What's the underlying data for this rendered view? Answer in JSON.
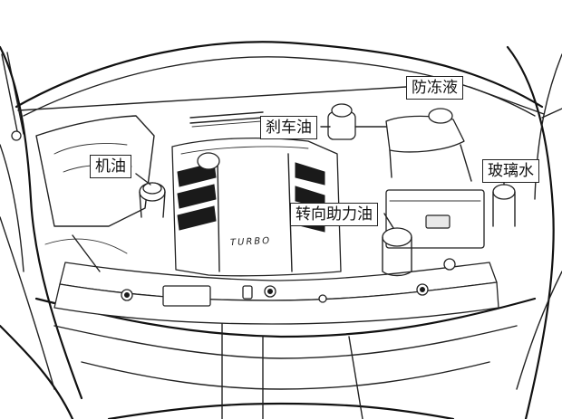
{
  "labels": {
    "engine_oil": "机油",
    "brake_fluid": "刹车油",
    "coolant": "防冻液",
    "washer_fluid": "玻璃水",
    "power_steering_fluid": "转向助力油"
  },
  "engine_cover_text": "TURBO"
}
